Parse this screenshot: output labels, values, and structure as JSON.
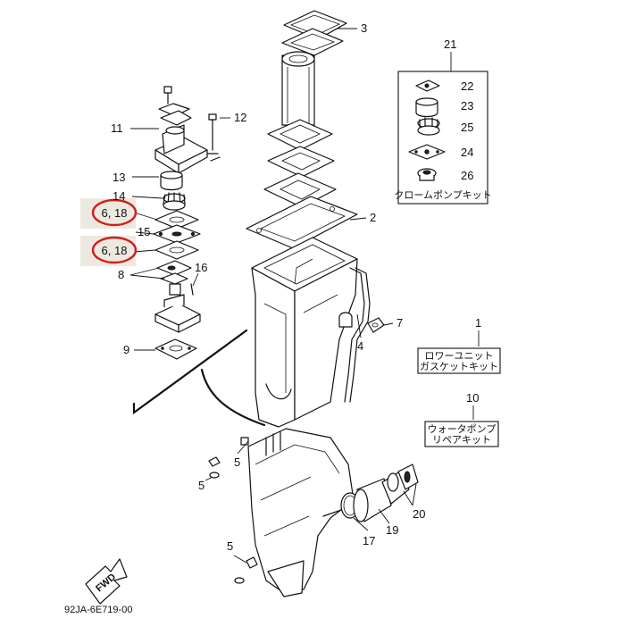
{
  "diagram": {
    "code": "92JA-6E719-00",
    "fwd_label": "FWD"
  },
  "callouts": [
    {
      "id": "1",
      "label": "1"
    },
    {
      "id": "2",
      "label": "2"
    },
    {
      "id": "3",
      "label": "3"
    },
    {
      "id": "4",
      "label": "4"
    },
    {
      "id": "5a",
      "label": "5"
    },
    {
      "id": "5b",
      "label": "5"
    },
    {
      "id": "5c",
      "label": "5"
    },
    {
      "id": "6_18a",
      "label": "6, 18"
    },
    {
      "id": "6_18b",
      "label": "6, 18"
    },
    {
      "id": "7",
      "label": "7"
    },
    {
      "id": "8",
      "label": "8"
    },
    {
      "id": "9",
      "label": "9"
    },
    {
      "id": "10",
      "label": "10"
    },
    {
      "id": "11",
      "label": "11"
    },
    {
      "id": "12",
      "label": "12"
    },
    {
      "id": "13",
      "label": "13"
    },
    {
      "id": "14",
      "label": "14"
    },
    {
      "id": "15",
      "label": "15"
    },
    {
      "id": "16",
      "label": "16"
    },
    {
      "id": "17",
      "label": "17"
    },
    {
      "id": "19",
      "label": "19"
    },
    {
      "id": "20",
      "label": "20"
    },
    {
      "id": "21",
      "label": "21"
    },
    {
      "id": "22",
      "label": "22"
    },
    {
      "id": "23",
      "label": "23"
    },
    {
      "id": "24",
      "label": "24"
    },
    {
      "id": "25",
      "label": "25"
    },
    {
      "id": "26",
      "label": "26"
    }
  ],
  "kits": {
    "chrome_pump_kit": "クロームポンプキット",
    "lower_unit_gasket_kit_line1": "ロワーユニット",
    "lower_unit_gasket_kit_line2": "ガスケットキット",
    "water_pump_repair_kit_line1": "ウォータポンプ",
    "water_pump_repair_kit_line2": "リペアキット"
  },
  "colors": {
    "ink": "#111111",
    "highlight_ring": "#d31c1c",
    "callout_background": "#ece9e1"
  }
}
